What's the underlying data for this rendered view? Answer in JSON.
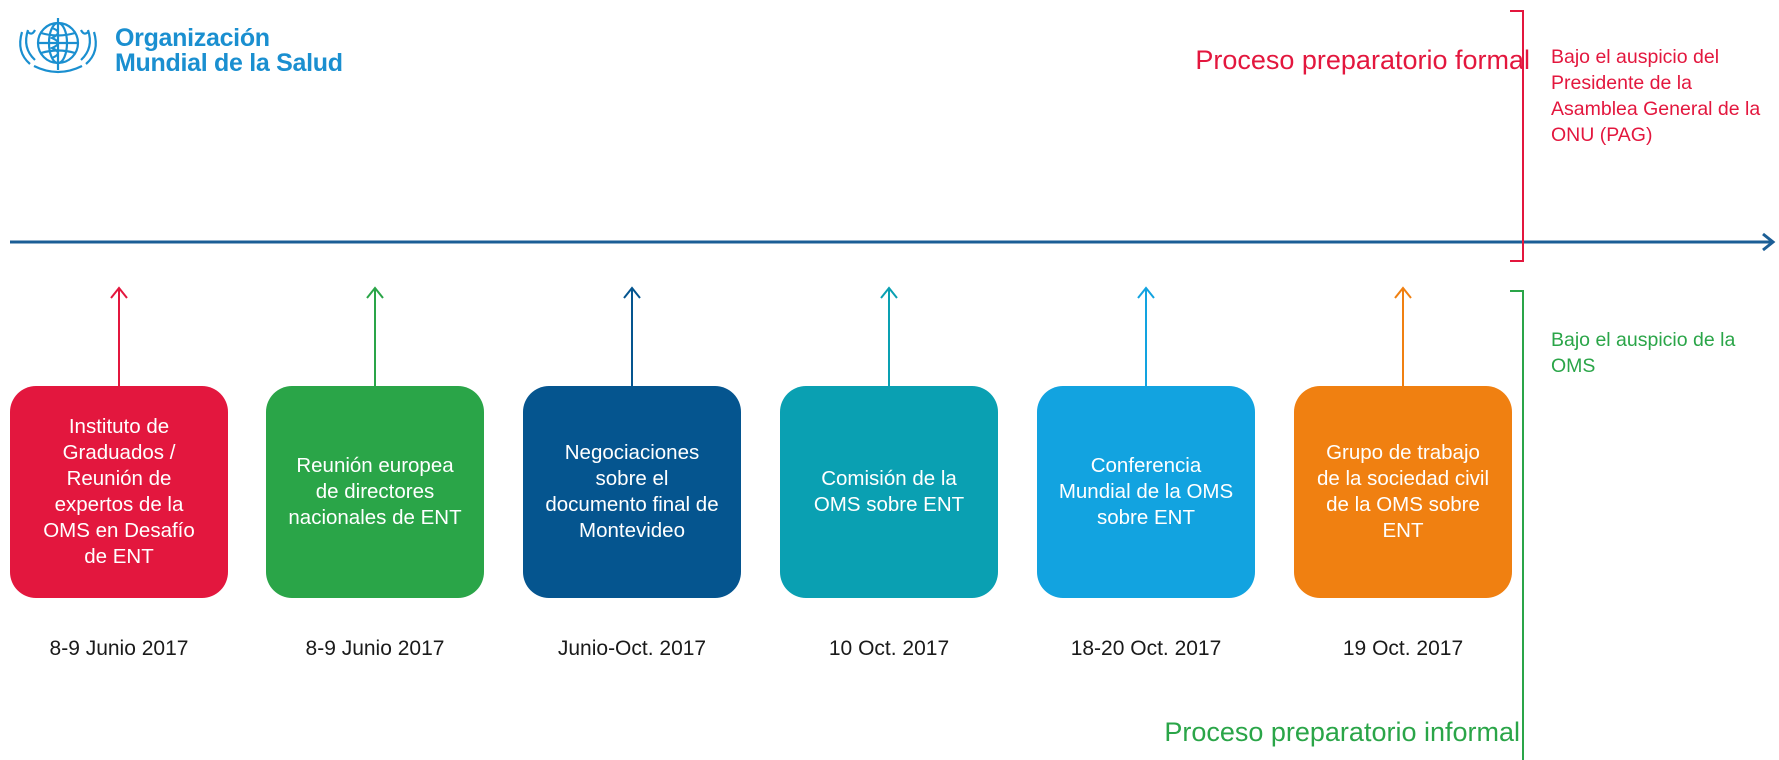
{
  "logo": {
    "line1": "Organización",
    "line2": "Mundial de la Salud",
    "brand_color": "#1a8fd0",
    "icon": "who-emblem-icon"
  },
  "formal_process": {
    "title": "Proceso preparatorio formal",
    "note": "Bajo el auspicio del Presidente de la Asamblea General de la ONU (PAG)",
    "color": "#e3173e"
  },
  "informal_process": {
    "title": "Proceso preparatorio informal",
    "note": "Bajo el auspicio de la OMS",
    "color": "#2aa548"
  },
  "timeline": {
    "color": "#1b5e96"
  },
  "events": [
    {
      "label": "Instituto de Graduados / Reunión de expertos de la OMS en Desafío de ENT",
      "date": "8-9 Junio 2017",
      "color": "#e3173e"
    },
    {
      "label": "Reunión europea de directores nacionales de ENT",
      "date": "8-9 Junio 2017",
      "color": "#2aa548"
    },
    {
      "label": "Negociaciones sobre el documento final de Montevideo",
      "date": "Junio-Oct. 2017",
      "color": "#05558f"
    },
    {
      "label": "Comisión de la OMS sobre ENT",
      "date": "10 Oct. 2017",
      "color": "#0aa0b2"
    },
    {
      "label": "Conferencia Mundial de la OMS sobre ENT",
      "date": "18-20 Oct. 2017",
      "color": "#12a3e0"
    },
    {
      "label": "Grupo de trabajo de la sociedad civil de la OMS sobre ENT",
      "date": "19 Oct. 2017",
      "color": "#f08011"
    }
  ]
}
